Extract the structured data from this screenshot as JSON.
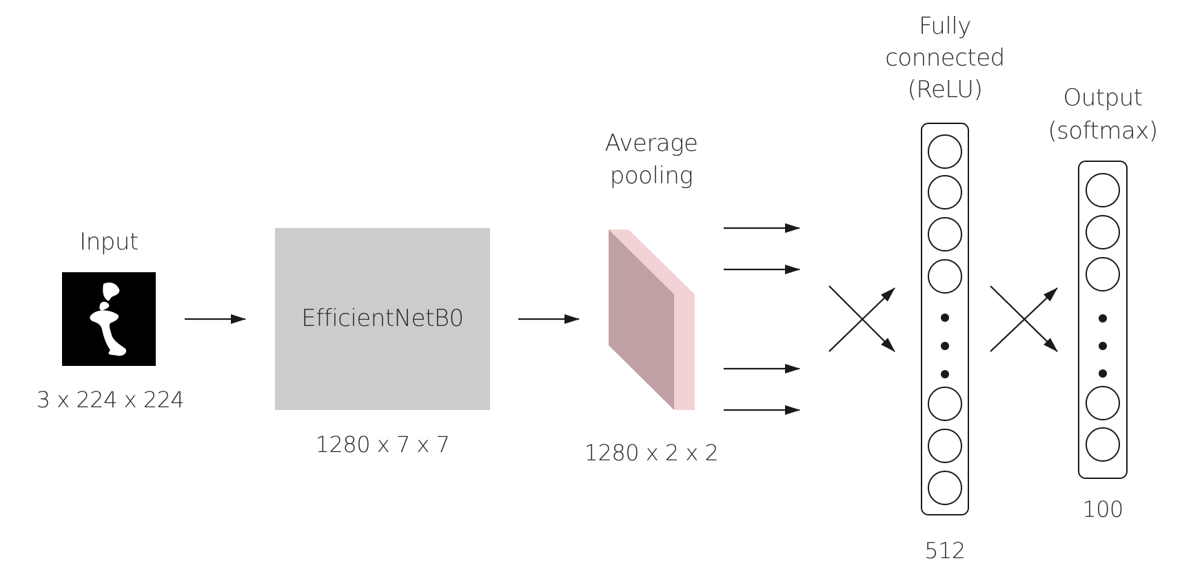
{
  "input": {
    "title": "Input",
    "dims": "3 x 224 x 224"
  },
  "backbone": {
    "name": "EfficientNetB0",
    "dims": "1280 x 7 x 7",
    "color": "#cccccc"
  },
  "pooling": {
    "title_line1": "Average",
    "title_line2": "pooling",
    "dims": "1280 x 2 x 2",
    "face_color": "#bfa1a4",
    "side_color": "#f2d3d5"
  },
  "dense": {
    "title_line1": "Fully",
    "title_line2": "connected",
    "title_line3": "(ReLU)",
    "units": "512"
  },
  "output": {
    "title_line1": "Output",
    "title_line2": "(softmax)",
    "units": "100"
  },
  "colors": {
    "text": "#2b2b2b",
    "stroke": "#1a1a1a"
  }
}
